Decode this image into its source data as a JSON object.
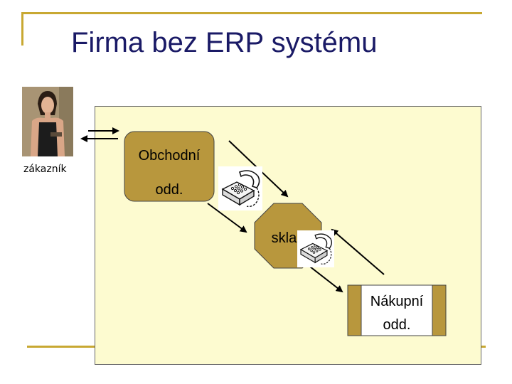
{
  "slide": {
    "title": "Firma bez ERP systému"
  },
  "customer": {
    "caption": "zákazník"
  },
  "nodes": {
    "sales": {
      "line1": "Obchodní",
      "line2": "odd."
    },
    "warehouse": {
      "label": "sklad"
    },
    "purchasing": {
      "line1": "Nákupní",
      "line2": "odd."
    }
  },
  "colors": {
    "accent": "#c8a832",
    "panel": "#fdfbd0",
    "node_fill": "#b8973d",
    "title_text": "#1a1a66"
  },
  "icons": {
    "phone_a": "telephone-icon",
    "phone_b": "telephone-icon"
  }
}
